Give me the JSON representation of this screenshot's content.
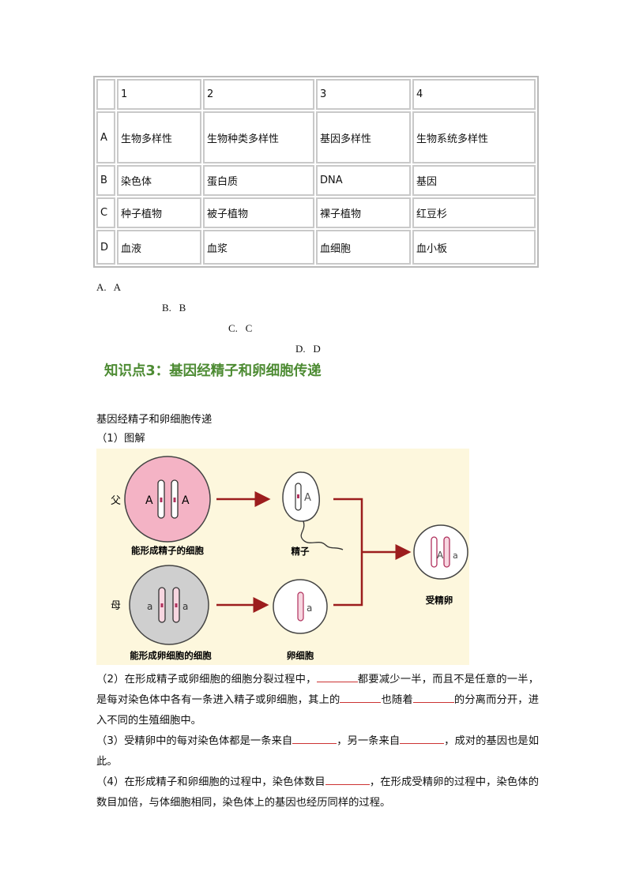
{
  "table": {
    "header": [
      "",
      "1",
      "2",
      "3",
      "4"
    ],
    "rows": [
      [
        "A",
        "生物多样性",
        "生物种类多样性",
        "基因多样性",
        "生物系统多样性"
      ],
      [
        "B",
        "染色体",
        "蛋白质",
        "DNA",
        "基因"
      ],
      [
        "C",
        "种子植物",
        "被子植物",
        "裸子植物",
        "红豆杉"
      ],
      [
        "D",
        "血液",
        "血浆",
        "血细胞",
        "血小板"
      ]
    ]
  },
  "options": [
    "A.   A",
    "B.   B",
    "C.   C",
    "D.   D"
  ],
  "section_title": "知识点3：基因经精子和卵细胞传递",
  "intro": "基因经精子和卵细胞传递",
  "figure_caption": "（1）图解",
  "figure": {
    "labels": {
      "father": "父",
      "mother": "母",
      "sperm_cell": "能形成精子的细胞",
      "egg_cell": "能形成卵细胞的细胞",
      "sperm": "精子",
      "egg": "卵细胞",
      "zygote": "受精卵",
      "gene_A": "A",
      "gene_a": "a"
    },
    "colors": {
      "background": "#fdf7dd",
      "pink_cell": "#f4b3c5",
      "gray_cell": "#cfcfcf",
      "arrow": "#9c1d1d",
      "chromosome": "#b0315d"
    }
  },
  "q2": {
    "p1": "（2）在形成精子或卵细胞的细胞分裂过程中，",
    "p2": "都要减少一半，而且不是任意的一半，是每对染色体中各有一条进入精子或卵细胞，其上的",
    "p3": "也随着",
    "p4": "的分离而分开，进入不同的生殖细胞中。"
  },
  "q3": {
    "p1": "（3）受精卵中的每对染色体都是一条来自",
    "p2": "，另一条来自",
    "p3": "，成对的基因也是如此。"
  },
  "q4": {
    "p1": "（4）在形成精子和卵细胞的过程中，染色体数目",
    "p2": "，在形成受精卵的过程中，染色体的数目加倍，与体细胞相同，染色体上的基因也经历同样的过程。"
  }
}
